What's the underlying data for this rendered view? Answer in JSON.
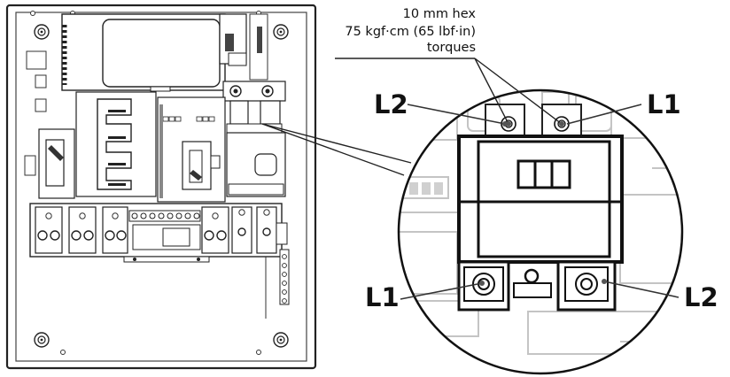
{
  "callout": {
    "hex_size": "10 mm hex",
    "torque_value": "75 kgf·cm (65 lbf·in)",
    "torque_word": "torques"
  },
  "terminals": {
    "top_left": "L2",
    "top_right": "L1",
    "bottom_left": "L1",
    "bottom_right": "L2"
  }
}
